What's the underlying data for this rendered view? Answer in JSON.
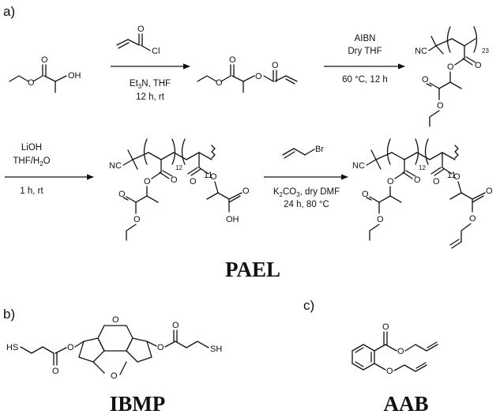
{
  "panels": {
    "a": "a)",
    "b": "b)",
    "c": "c)"
  },
  "atoms": {
    "O": "O",
    "OH": "OH",
    "Cl": "Cl",
    "NC": "NC",
    "Br": "Br",
    "HS": "HS",
    "SH": "SH"
  },
  "steps": {
    "s1": {
      "l1": "Et",
      "l1sub": "3",
      "l1rest": "N, THF",
      "l2": "12 h, rt"
    },
    "s2": {
      "above1": "AIBN",
      "above2": "Dry THF",
      "below": "60 °C, 12 h"
    },
    "s3": {
      "above1": "LiOH",
      "above2": "THF/H",
      "above2sub": "2",
      "above2rest": "O",
      "below": "1 h, rt"
    },
    "s4": {
      "l1a": "K",
      "l1sub": "2",
      "l1b": "CO",
      "l1sub2": "3",
      "l1c": ", dry DMF",
      "l2": "24 h, 80 °C"
    }
  },
  "subscripts": {
    "n23": "23",
    "n12": "12",
    "n11": "11"
  },
  "compounds": {
    "paael": "PAEL",
    "ibmp": "IBMP",
    "aab": "AAB"
  }
}
